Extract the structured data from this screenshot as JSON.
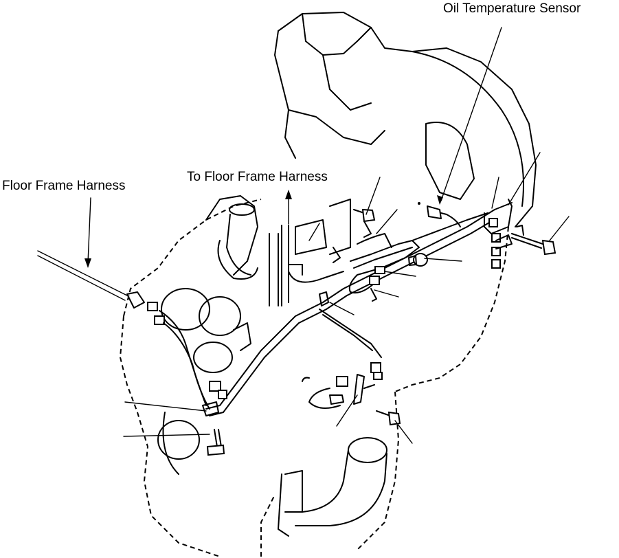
{
  "labels": {
    "oil_temperature_sensor": "Oil Temperature Sensor",
    "to_floor_frame_harness": "To Floor Frame Harness",
    "floor_frame_harness": "Floor Frame Harness"
  }
}
